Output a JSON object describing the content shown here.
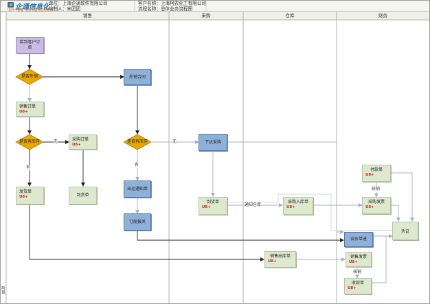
{
  "header": {
    "logo_text": "企通信息化",
    "logo_slogan": "“软件+管理”信息化服务提供商",
    "unit_label": "单位：上海企通软件有限公司",
    "author_label": "编制人：宋团团",
    "client_label": "客户名称：上海柯农化工有限公司",
    "process_label": "流程名称：总体业务流程图"
  },
  "lanes": [
    {
      "id": "sales",
      "title": "销售"
    },
    {
      "id": "purchase",
      "title": "采购"
    },
    {
      "id": "warehouse",
      "title": "仓库"
    },
    {
      "id": "finance",
      "title": "财务"
    }
  ],
  "side_label": "阶段",
  "nodes": {
    "receive_order": {
      "label": "接到客户订单"
    },
    "is_outsource": {
      "label": "是否外销"
    },
    "outsource_contract": {
      "label": "外销合同"
    },
    "sales_order": {
      "label": "销售订单",
      "badge": "U8+"
    },
    "stock_check_sales": {
      "label": "是否有库存"
    },
    "purchase_order": {
      "label": "采购订单",
      "badge": "U8+"
    },
    "stock_check_contract": {
      "label": "是否有库存"
    },
    "issue_purchase": {
      "label": "下达采购"
    },
    "delivery_note": {
      "label": "发货单",
      "badge": "U8+"
    },
    "arrival_sales": {
      "label": "到货单"
    },
    "shipping_notice": {
      "label": "出运通知单"
    },
    "booking": {
      "label": "订舱报关"
    },
    "arrival_purchase": {
      "label": "到货单",
      "badge": "U8+"
    },
    "purchase_inbound": {
      "label": "采购入库单",
      "badge": "U8+"
    },
    "payment": {
      "label": "付款单",
      "badge": "U8+"
    },
    "purchase_invoice": {
      "label": "采购发票",
      "badge": "U8+"
    },
    "voucher": {
      "label": "凭证"
    },
    "settlement": {
      "label": "议价单进"
    },
    "sales_outbound": {
      "label": "销售出库单",
      "badge": "U8+"
    },
    "sales_invoice": {
      "label": "销售发票",
      "badge": "U8+"
    },
    "receipt": {
      "label": "收款单",
      "badge": "U8+"
    }
  },
  "connectors": {
    "no_1": "无",
    "yes_1": "有",
    "no_2": "无",
    "yes_2": "有",
    "notify_warehouse": "通知仓库",
    "verify_1": "核销",
    "verify_2": "核销"
  },
  "colors": {
    "decision": "#e8a800",
    "process": "#dde8cf",
    "highlight": "#8fb1d9",
    "start": "#c9bde6",
    "badge": "#d22020"
  }
}
